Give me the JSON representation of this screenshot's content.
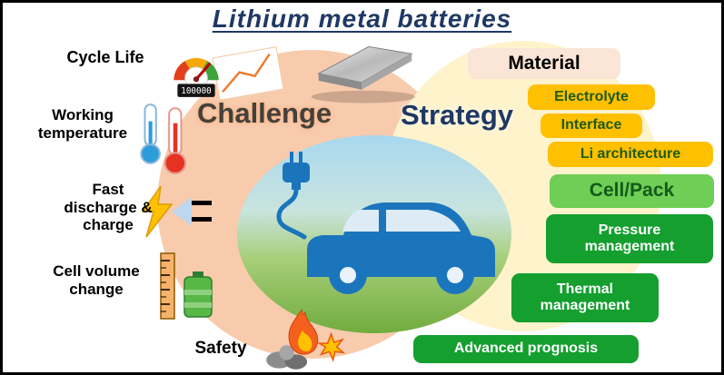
{
  "title": "Lithium metal batteries",
  "challenge": {
    "heading": "Challenge",
    "gauge_reading": "100000",
    "items": [
      {
        "label": "Cycle Life",
        "icon": "gauge-icon"
      },
      {
        "label": "Working\ntemperature",
        "icon": "thermometer-icon"
      },
      {
        "label": "Fast\ndischarge &\ncharge",
        "icon": "lightning-icon"
      },
      {
        "label": "Cell volume\nchange",
        "icon": "ruler-battery-icon"
      },
      {
        "label": "Safety",
        "icon": "fire-icon"
      }
    ]
  },
  "strategy": {
    "heading": "Strategy",
    "material_label": "Material",
    "items": [
      {
        "label": "Electrolyte",
        "style": "gold"
      },
      {
        "label": "Interface",
        "style": "gold"
      },
      {
        "label": "Li architecture",
        "style": "gold"
      },
      {
        "label": "Cell/Pack",
        "style": "light-green"
      },
      {
        "label": "Pressure\nmanagement",
        "style": "dark-green"
      },
      {
        "label": "Thermal\nmanagement",
        "style": "dark-green"
      },
      {
        "label": "Advanced prognosis",
        "style": "dark-green"
      }
    ]
  },
  "center": {
    "illustration": "electric-car",
    "plug_icon": "power-plug-icon"
  },
  "colors": {
    "title_navy": "#1F3864",
    "challenge_peach": "#F8CBAD",
    "strategy_cream": "#FFF3CC",
    "gold": "#FFC000",
    "light_green": "#6FCE55",
    "dark_green": "#149F2F",
    "material_peach": "#FBE5D6",
    "car_blue": "#1B75BC"
  }
}
